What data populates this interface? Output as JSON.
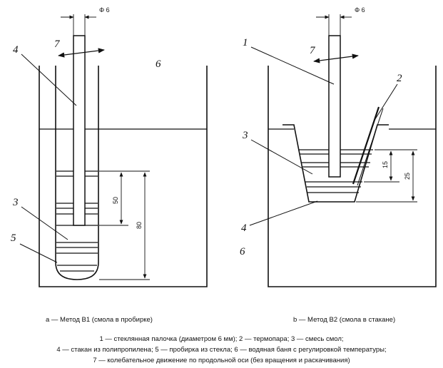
{
  "diagram_a": {
    "diameter_label": "Φ 6",
    "callouts": [
      "7",
      "4",
      "6",
      "3",
      "5"
    ],
    "dims": [
      "50",
      "80"
    ],
    "caption": "a — Метод B1 (смола в пробирке)"
  },
  "diagram_b": {
    "diameter_label": "Φ 6",
    "callouts": [
      "1",
      "7",
      "2",
      "3",
      "4",
      "6"
    ],
    "dims": [
      "15",
      "25"
    ],
    "caption": "b — Метод B2 (смола в стакане)"
  },
  "legend": {
    "line1": "1 — стеклянная палочка (диаметром 6 мм); 2 — термопара; 3 — смесь смол;",
    "line2": "4 — стакан из полипропилена; 5 — пробирка из стекла; 6 — водяная баня с регулировкой температуры;",
    "line3": "7 — колебательное движение по продольной оси (без вращения и раскачивания)"
  }
}
